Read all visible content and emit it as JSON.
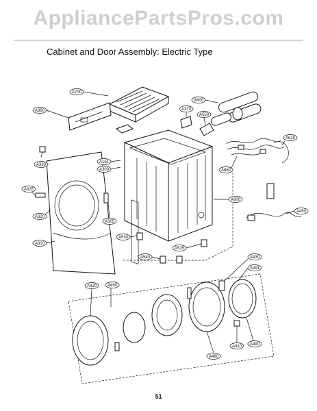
{
  "watermark": "AppliancePartsPros.com",
  "title": "Cabinet and Door Assembly: Electric Type",
  "page_number": "51",
  "callouts": [
    "A700",
    "A390",
    "A330",
    "A600",
    "A370",
    "A550",
    "A610",
    "A680",
    "A151",
    "A300",
    "A325",
    "A320",
    "A305",
    "A310",
    "A800",
    "A450",
    "A530",
    "A540",
    "A525",
    "A430",
    "A491",
    "A420",
    "A490",
    "A480",
    "A410"
  ]
}
